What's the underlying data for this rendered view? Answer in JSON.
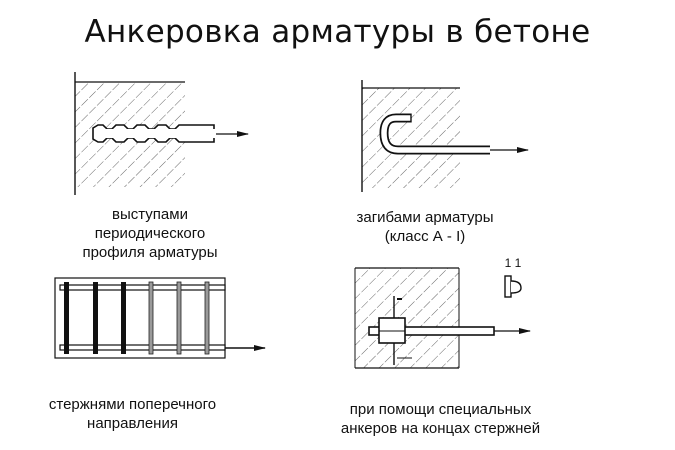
{
  "title": "Анкеровка арматуры в бетоне",
  "panels": [
    {
      "id": "periodic-profile",
      "caption_lines": [
        "выступами",
        "периодического",
        "профиля арматуры"
      ]
    },
    {
      "id": "bent-hook",
      "caption_lines": [
        "загибами арматуры",
        "(класс А - I)"
      ]
    },
    {
      "id": "transverse-bars",
      "caption_lines": [
        "стержнями поперечного",
        "направления"
      ]
    },
    {
      "id": "special-anchors",
      "caption_lines": [
        "при помощи специальных",
        "анкеров на концах стержней"
      ],
      "section_label": "1  1"
    }
  ],
  "colors": {
    "line": "#111111",
    "hatch": "#555555",
    "bar_light": "#9a9a9a"
  }
}
